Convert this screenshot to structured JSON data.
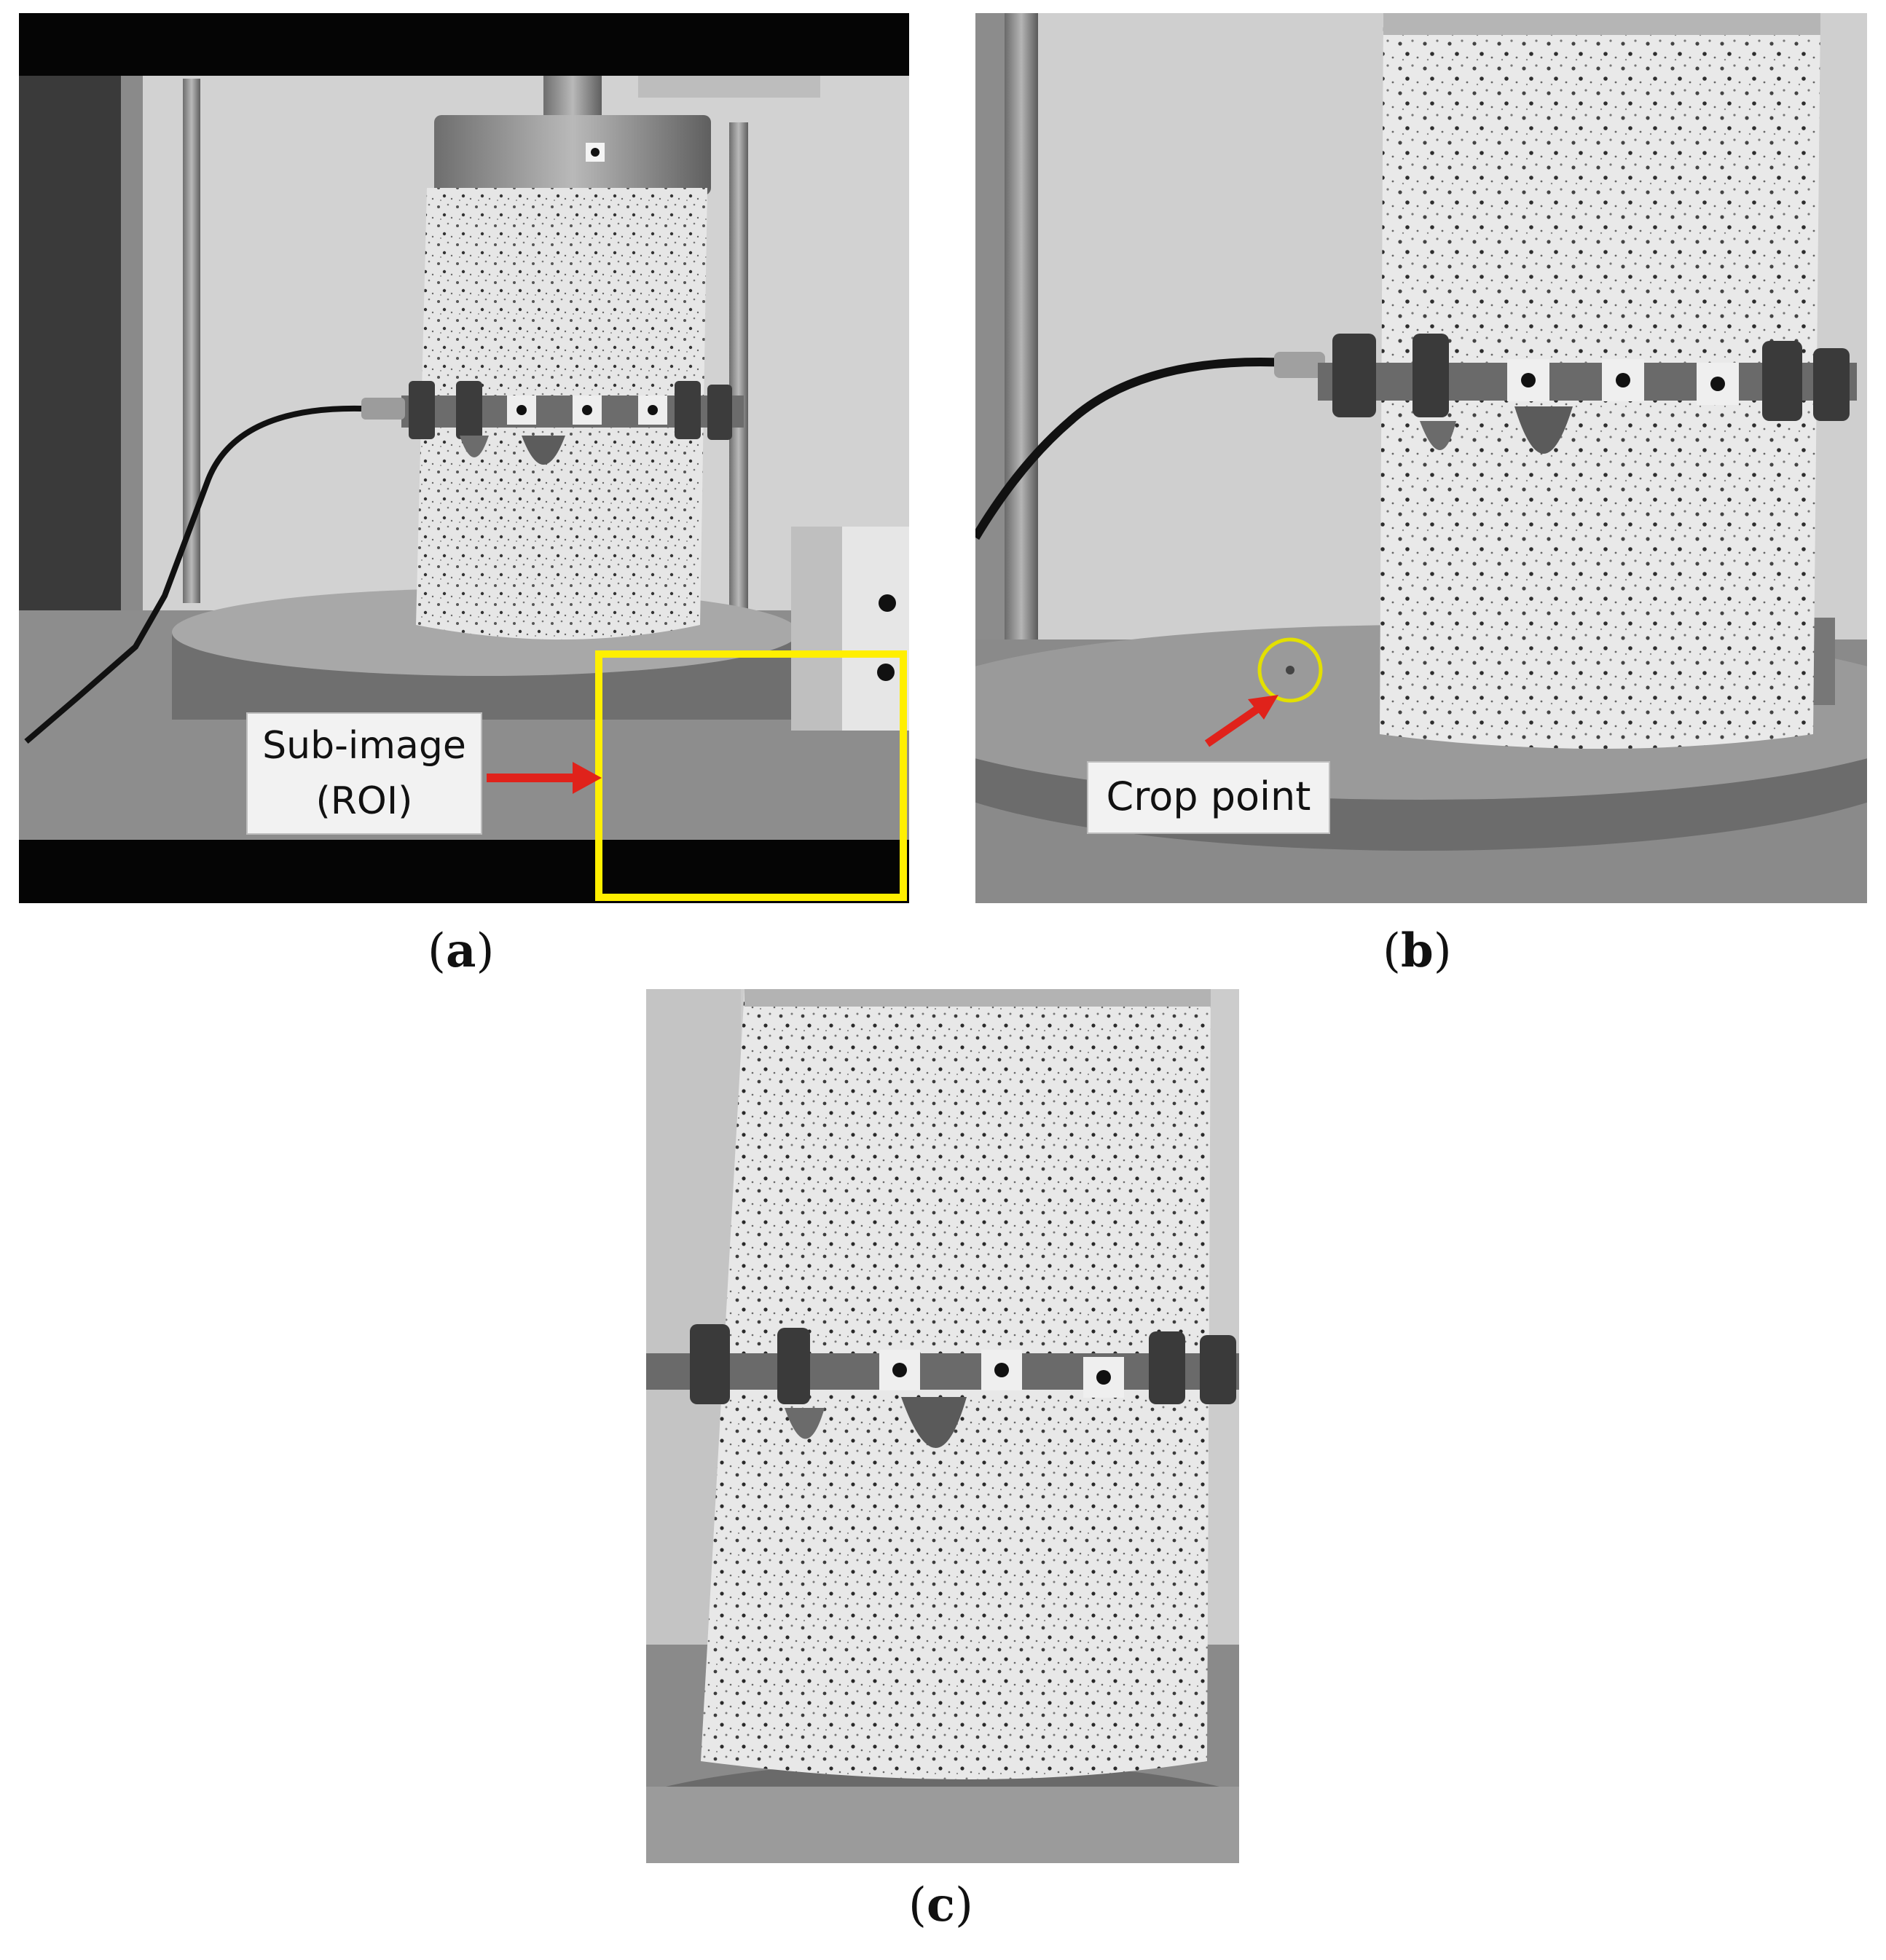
{
  "panels": [
    {
      "id": "a",
      "label": "a",
      "callout": "Sub-image\n(ROI)",
      "callout_line1": "Sub-image",
      "callout_line2": "(ROI)"
    },
    {
      "id": "b",
      "label": "b",
      "callout": "Crop point"
    },
    {
      "id": "c",
      "label": "c"
    }
  ],
  "colors": {
    "roi_box": "#ffef00",
    "arrow": "#e0221b",
    "crop_circle": "#e3e000"
  }
}
